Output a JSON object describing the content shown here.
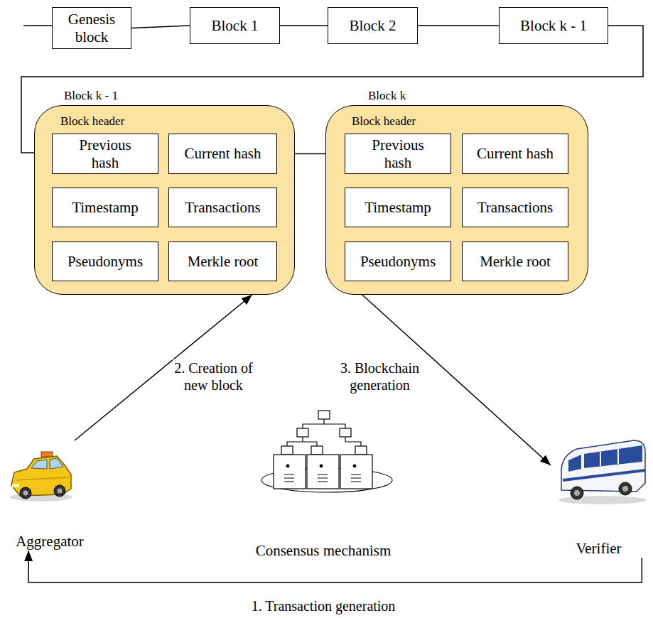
{
  "diagram": {
    "nodes": [
      {
        "text": [
          "Genesis block"
        ]
      },
      {
        "text": [
          "Block 1"
        ]
      },
      {
        "text": [
          "Block 2"
        ]
      },
      {
        "text": [
          "Block k - 1"
        ]
      },
      {
        "text": [
          "Block k - 1",
          "Block header"
        ]
      },
      {
        "text": [
          "Previous hash"
        ],
        "in": 4
      },
      {
        "text": [
          "Current hash"
        ],
        "in": 4
      },
      {
        "text": [
          "Timestamp"
        ],
        "in": 4
      },
      {
        "text": [
          "Transactions"
        ],
        "in": 4
      },
      {
        "text": [
          "Pseudonyms"
        ],
        "in": 4
      },
      {
        "text": [
          "Merkle root"
        ],
        "in": 4
      },
      {
        "text": [
          "Block k",
          "Block header"
        ]
      },
      {
        "text": [
          "Previous hash"
        ],
        "in": 11
      },
      {
        "text": [
          "Current hash"
        ],
        "in": 11
      },
      {
        "text": [
          "Timestamp"
        ],
        "in": 11
      },
      {
        "text": [
          "Transactions"
        ],
        "in": 11
      },
      {
        "text": [
          "Pseudonyms"
        ],
        "in": 11
      },
      {
        "text": [
          "Merkle root"
        ],
        "in": 11
      },
      {
        "text": [
          "Aggregator"
        ]
      },
      {
        "text": [
          "Consensus mechanism"
        ]
      },
      {
        "text": [
          "Verifier"
        ]
      }
    ],
    "edges": [
      {
        "from": 0,
        "to": 1,
        "arrow": "none"
      },
      {
        "from": 1,
        "to": 2,
        "arrow": "none"
      },
      {
        "from": 2,
        "to": 3,
        "arrow": "none"
      },
      {
        "from": 3,
        "to": 4,
        "arrow": "none"
      },
      {
        "from": 6,
        "to": 12,
        "arrow": "to"
      },
      {
        "from": 18,
        "to": 4,
        "label": "2. Creation of new block",
        "arrow": "to"
      },
      {
        "from": 11,
        "to": 20,
        "label": "3. Blockchain generation",
        "arrow": "to"
      },
      {
        "from": 20,
        "to": 18,
        "label": "1. Transaction generation",
        "arrow": "to"
      }
    ]
  }
}
